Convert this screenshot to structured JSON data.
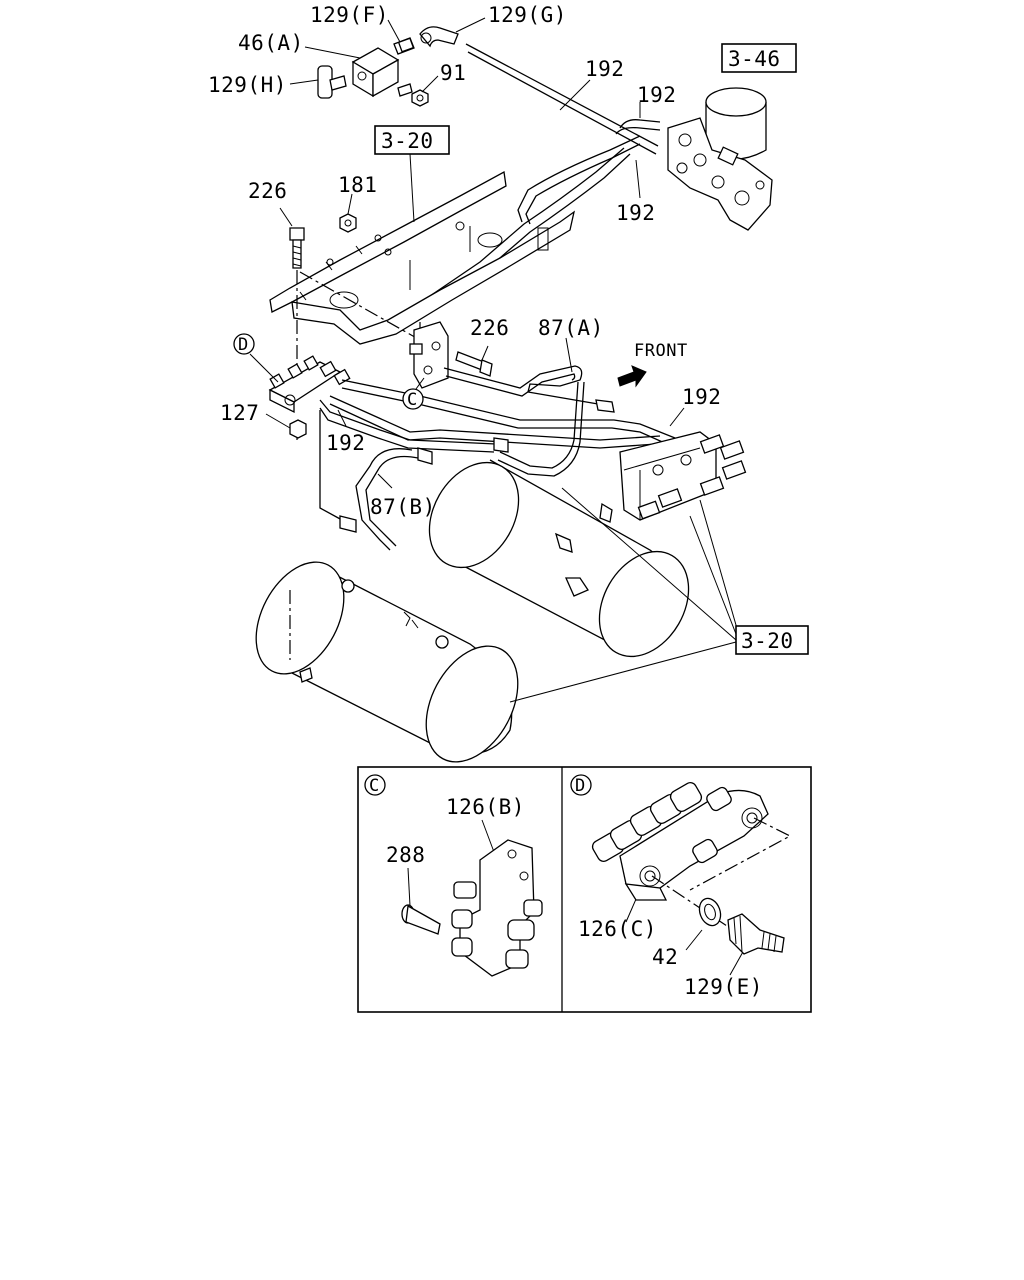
{
  "labels": {
    "p129f": "129(F)",
    "p129g": "129(G)",
    "p46a": "46(A)",
    "p129h": "129(H)",
    "p91": "91",
    "ref346": "3-46",
    "p192_a": "192",
    "p192_b": "192",
    "p192_c": "192",
    "ref320_top": "3-20",
    "p226_a": "226",
    "p181": "181",
    "p226_b": "226",
    "p87a": "87(A)",
    "front": "FRONT",
    "p192_d": "192",
    "circle_d": "D",
    "circle_c": "C",
    "p127": "127",
    "p192_e": "192",
    "p87b": "87(B)",
    "ref320_bottom": "3-20"
  },
  "detail_c": {
    "circle": "C",
    "p126b": "126(B)",
    "p288": "288"
  },
  "detail_d": {
    "circle": "D",
    "p126c": "126(C)",
    "p42": "42",
    "p129e": "129(E)"
  }
}
